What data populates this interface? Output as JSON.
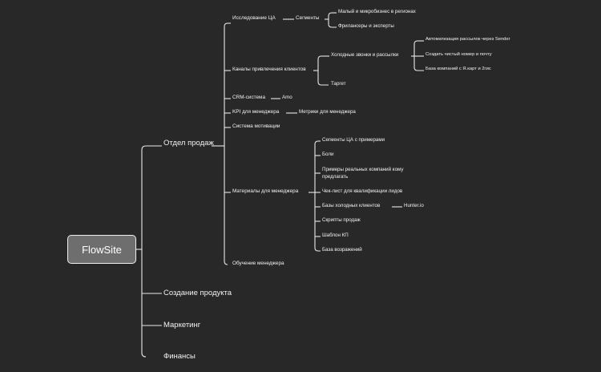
{
  "root": "FlowSite",
  "branches": [
    "Отдел продаж",
    "Создание продукта",
    "Маркетинг",
    "Финансы"
  ],
  "sales": {
    "research": "Исследование ЦА",
    "segments": "Сегменты",
    "small_biz": "Малый и микробизнес в регионах",
    "freelancers": "Фрилансеры и эксперты",
    "channels": "Каналы привлечения клиентов",
    "cold": "Холодные звонки и рассылки",
    "automation": "Автоматизация рассылок через Sender",
    "new_number": "Создать чистый номер и почту",
    "companies_db": "База компаний с Я.карт и 2гис",
    "target": "Таргет",
    "crm": "CRM-система",
    "amo": "Amo",
    "kpi": "KPI для менеджера",
    "metrics": "Метрики для менеджера",
    "motivation": "Система мотивации",
    "materials": "Материалы для менеджера",
    "training": "Обучение менеджера"
  },
  "materials_items": [
    "Сегменты ЦА с примерами",
    "Боли",
    "Примеры реальных компаний кому предлагать",
    "Чек-лист для квалификации лидов",
    "Базы холодных клиентов",
    "Скрипты продаж",
    "Шаблон КП",
    "База возражений"
  ],
  "hunter": "Hunter.io",
  "colors": {
    "background": "#282828",
    "line": "#e8e8e8",
    "text": "#f2f2f2",
    "root_fill": "#6e6e6e"
  }
}
